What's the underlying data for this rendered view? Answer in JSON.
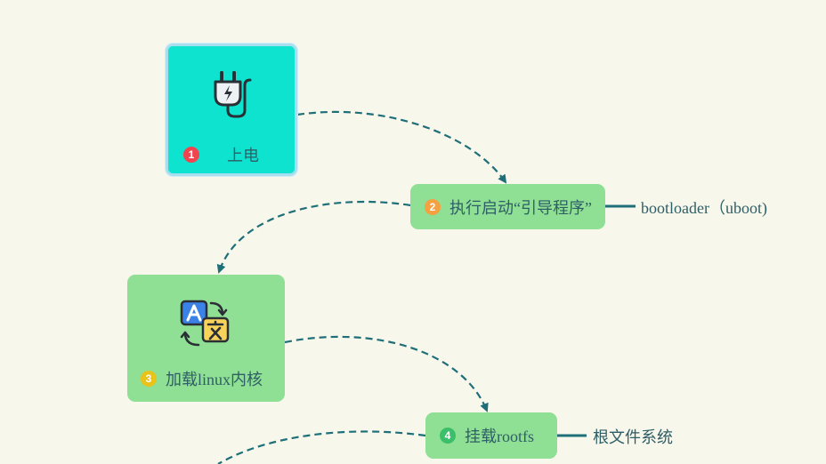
{
  "colors": {
    "background": "#f7f7ec",
    "node_primary": "#0de3cf",
    "node_secondary": "#8fdf94",
    "connector": "#1f6f78",
    "text": "#2e5e66"
  },
  "nodes": [
    {
      "number": "1",
      "label": "上电",
      "badge_color": "#f0454f",
      "icon": "power-plug-icon"
    },
    {
      "number": "2",
      "label": "执行启动“引导程序”",
      "badge_color": "#f5a142",
      "attachment": "bootloader（uboot)"
    },
    {
      "number": "3",
      "label": "加载linux内核",
      "badge_color": "#e8c31a",
      "icon": "translate-icon"
    },
    {
      "number": "4",
      "label": "挂载rootfs",
      "badge_color": "#3bbf6a",
      "attachment": "根文件系统"
    }
  ]
}
